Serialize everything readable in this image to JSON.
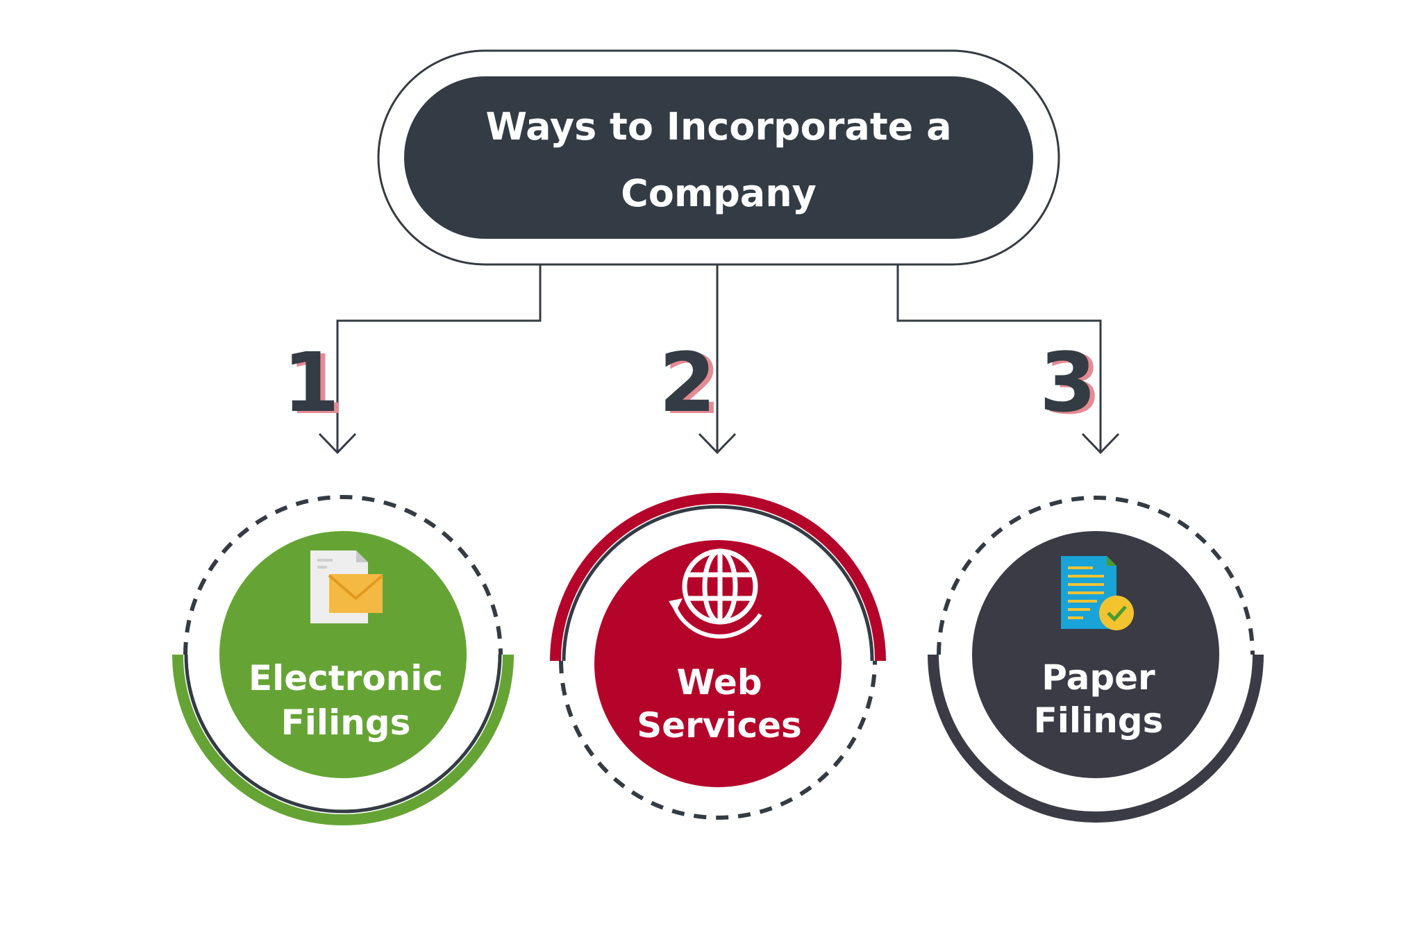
{
  "title": {
    "line1": "Ways to Incorporate a",
    "line2": "Company"
  },
  "colors": {
    "dark": "#333b44",
    "green": "#65a434",
    "red": "#b5042a",
    "charcoal": "#3a3b45",
    "number_shadow": "#e58a93",
    "envelope": "#f4b942",
    "document": "#1aa3d6",
    "check_badge": "#f4c330"
  },
  "steps": [
    {
      "number": "1",
      "label_line1": "Electronic",
      "label_line2": "Filings",
      "icon": "document-envelope-icon"
    },
    {
      "number": "2",
      "label_line1": "Web",
      "label_line2": "Services",
      "icon": "globe-icon"
    },
    {
      "number": "3",
      "label_line1": "Paper",
      "label_line2": "Filings",
      "icon": "document-check-icon"
    }
  ]
}
